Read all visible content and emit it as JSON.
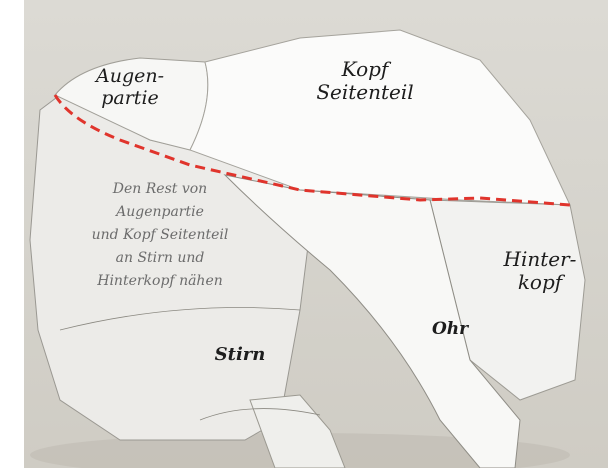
{
  "photo": {
    "description_labels": {
      "augenpartie": "Augen-\npartie",
      "kopf_seitenteil": "Kopf\nSeitenteil",
      "instruction": "Den Rest von\nAugenpartie\nund Kopf Seitenteil\nan Stirn und\nHinterkopf nähen",
      "hinterkopf": "Hinter-\nkopf",
      "ohr": "Ohr",
      "stirn": "Stirn"
    },
    "colors": {
      "seam_line": "#e0342c",
      "paper": "#f4f4f2",
      "background": "#d6d4cd"
    }
  }
}
